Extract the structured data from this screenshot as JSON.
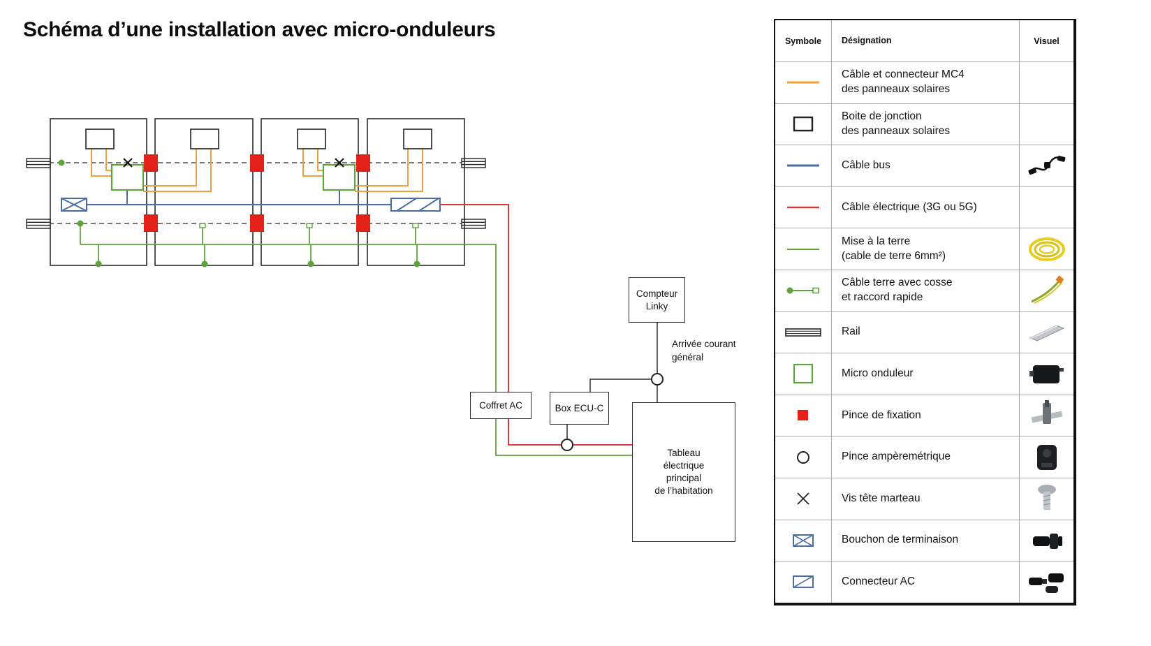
{
  "title": "Schéma d’une installation avec micro-onduleurs",
  "diagram": {
    "compteur_linky": "Compteur\nLinky",
    "arrivee_courant": "Arrivée courant\ngénéral",
    "coffret_ac": "Coffret AC",
    "box_ecu": "Box ECU-C",
    "tableau": "Tableau\nélectrique\nprincipal\nde l’habitation"
  },
  "legend": {
    "headers": [
      "Symbole",
      "Désignation",
      "Visuel"
    ],
    "rows": [
      {
        "symbol": "mc4-cable",
        "designation": "Câble et connecteur MC4\ndes panneaux solaires"
      },
      {
        "symbol": "junction-box",
        "designation": "Boite de jonction\ndes panneaux solaires"
      },
      {
        "symbol": "bus-cable",
        "designation": "Câble bus"
      },
      {
        "symbol": "electric-cable",
        "designation": "Câble électrique (3G ou 5G)"
      },
      {
        "symbol": "earth-cable",
        "designation": "Mise à la terre\n(cable de terre 6mm²)"
      },
      {
        "symbol": "earth-lug-cable",
        "designation": "Câble terre avec cosse\net raccord rapide"
      },
      {
        "symbol": "rail",
        "designation": "Rail"
      },
      {
        "symbol": "micro-inverter",
        "designation": "Micro onduleur"
      },
      {
        "symbol": "fixing-clamp",
        "designation": "Pince de fixation"
      },
      {
        "symbol": "current-clamp",
        "designation": "Pince ampèremétrique"
      },
      {
        "symbol": "hammer-head-screw",
        "designation": "Vis tête marteau"
      },
      {
        "symbol": "termination-cap",
        "designation": "Bouchon de terminaison"
      },
      {
        "symbol": "ac-connector",
        "designation": "Connecteur AC"
      }
    ]
  },
  "colors": {
    "mc4_orange": "#F2A13A",
    "bus_blue": "#4A6DA8",
    "electric_red": "#D93A3A",
    "earth_green": "#5FA33C",
    "clamp_red": "#E32119"
  }
}
